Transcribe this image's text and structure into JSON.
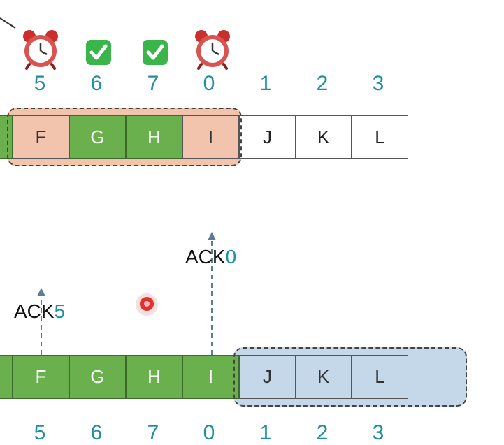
{
  "top": {
    "icons": [
      "alarm-clock-icon",
      "check-mark-icon",
      "check-mark-icon",
      "alarm-clock-icon"
    ],
    "seq": [
      "5",
      "6",
      "7",
      "0",
      "1",
      "2",
      "3"
    ],
    "cells": [
      {
        "label": "F",
        "state": "peach"
      },
      {
        "label": "G",
        "state": "green"
      },
      {
        "label": "H",
        "state": "green"
      },
      {
        "label": "I",
        "state": "peach"
      },
      {
        "label": "J",
        "state": "white"
      },
      {
        "label": "K",
        "state": "white"
      },
      {
        "label": "L",
        "state": "white"
      }
    ]
  },
  "bottom": {
    "cells": [
      {
        "label": "F",
        "state": "green"
      },
      {
        "label": "G",
        "state": "green"
      },
      {
        "label": "H",
        "state": "green"
      },
      {
        "label": "I",
        "state": "green"
      },
      {
        "label": "J",
        "state": "blue"
      },
      {
        "label": "K",
        "state": "blue"
      },
      {
        "label": "L",
        "state": "blue"
      }
    ],
    "seq": [
      "5",
      "6",
      "7",
      "0",
      "1",
      "2",
      "3"
    ],
    "acks": [
      {
        "text": "ACK",
        "num": "5"
      },
      {
        "text": "ACK",
        "num": "0"
      }
    ]
  },
  "colors": {
    "green": "#6ab04c",
    "peach": "#f2c4ae",
    "blue": "#c5d8ea",
    "seq_teal": "#1f8fa3",
    "alarm_red": "#d9534f",
    "check_green": "#39b54a"
  }
}
